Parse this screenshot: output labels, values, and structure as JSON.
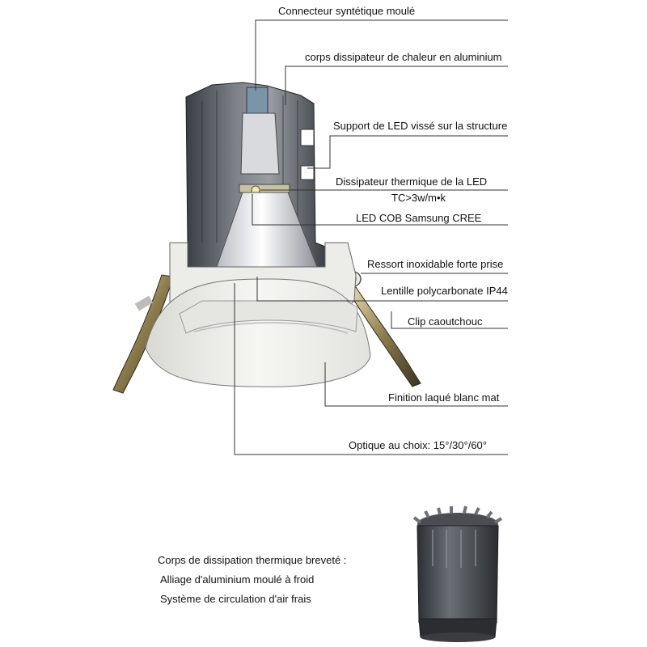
{
  "callouts": [
    {
      "id": "connecteur",
      "text": "Connecteur syntétique moulé"
    },
    {
      "id": "corps",
      "text": "corps dissipateur de chaleur en aluminium"
    },
    {
      "id": "support",
      "text": "Support de LED vissé sur la structure"
    },
    {
      "id": "dissipateur",
      "text": "Dissipateur thermique de la LED"
    },
    {
      "id": "tc",
      "text": "TC>3w/m•k"
    },
    {
      "id": "led",
      "text": "LED COB Samsung CREE"
    },
    {
      "id": "ressort",
      "text": "Ressort inoxidable forte prise"
    },
    {
      "id": "lentille",
      "text": "Lentille polycarbonate IP44"
    },
    {
      "id": "clip",
      "text": "Clip caoutchouc"
    },
    {
      "id": "finition",
      "text": "Finition laqué blanc mat"
    },
    {
      "id": "optique",
      "text": "Optique au choix: 15°/30°/60°"
    }
  ],
  "bottom": {
    "heading": "Corps de dissipation thermique breveté :",
    "line1": "Alliage d'aluminium moulé à froid",
    "line2": "Système de circulation d'air frais"
  }
}
